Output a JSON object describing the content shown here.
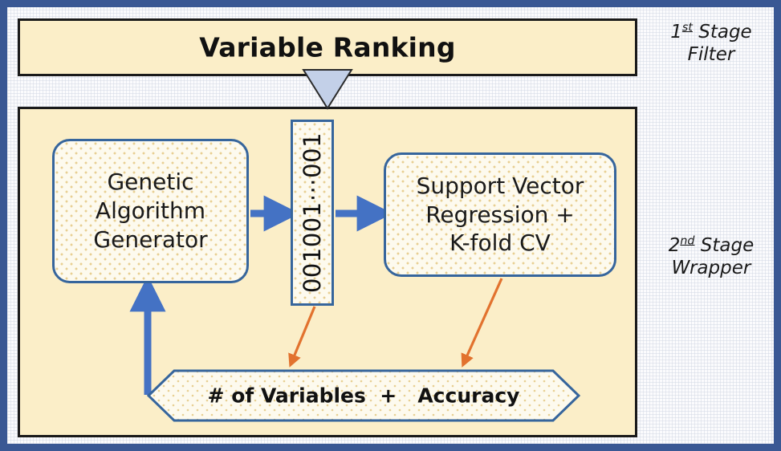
{
  "diagram": {
    "title_top": "Variable Ranking",
    "colors": {
      "outer_frame": "#3a5894",
      "panel_fill": "#fbeec8",
      "panel_border": "#1a1a1a",
      "node_border": "#36659c",
      "node_fill": "#fdfaee",
      "blue_arrow": "#4472c4",
      "orange_arrow": "#e2722e",
      "triangle_fill": "#c3d0e8"
    },
    "stages": [
      {
        "number": "1",
        "ordinal": "st",
        "word": "Stage",
        "kind": "Filter"
      },
      {
        "number": "2",
        "ordinal": "nd",
        "word": "Stage",
        "kind": "Wrapper"
      }
    ],
    "nodes": {
      "genetic_algorithm": "Genetic\nAlgorithm\nGenerator",
      "bitstring": "001001⋯001",
      "svr": "Support Vector\nRegression  +\nK-fold CV",
      "fitness": "# of Variables  +   Accuracy"
    },
    "connectors": [
      {
        "name": "ranking-to-wrapper",
        "shape": "triangle-down",
        "color": "#c3d0e8"
      },
      {
        "name": "ga-to-bitstring",
        "shape": "arrow-right",
        "color": "#4472c4"
      },
      {
        "name": "bitstring-to-svr",
        "shape": "arrow-right",
        "color": "#4472c4"
      },
      {
        "name": "bitstring-to-fitness",
        "shape": "arrow-diagonal",
        "color": "#e2722e"
      },
      {
        "name": "svr-to-fitness",
        "shape": "arrow-diagonal",
        "color": "#e2722e"
      },
      {
        "name": "fitness-to-ga",
        "shape": "elbow-arrow-up",
        "color": "#4472c4"
      }
    ]
  }
}
